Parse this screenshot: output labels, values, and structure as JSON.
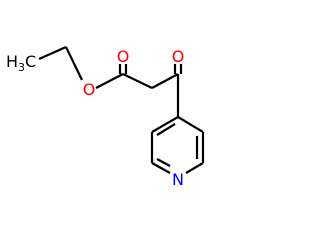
{
  "molecule": {
    "colors": {
      "carbon": "#000000",
      "oxygen": "#ff0000",
      "nitrogen": "#0000ff",
      "background": "#ffffff"
    },
    "labels": {
      "methyl_h": "H",
      "methyl_sub": "3",
      "methyl_c": "C",
      "ester_o": "O",
      "carbonyl_o_ester": "O",
      "carbonyl_o_ketone": "O",
      "ring_n": "N"
    }
  }
}
